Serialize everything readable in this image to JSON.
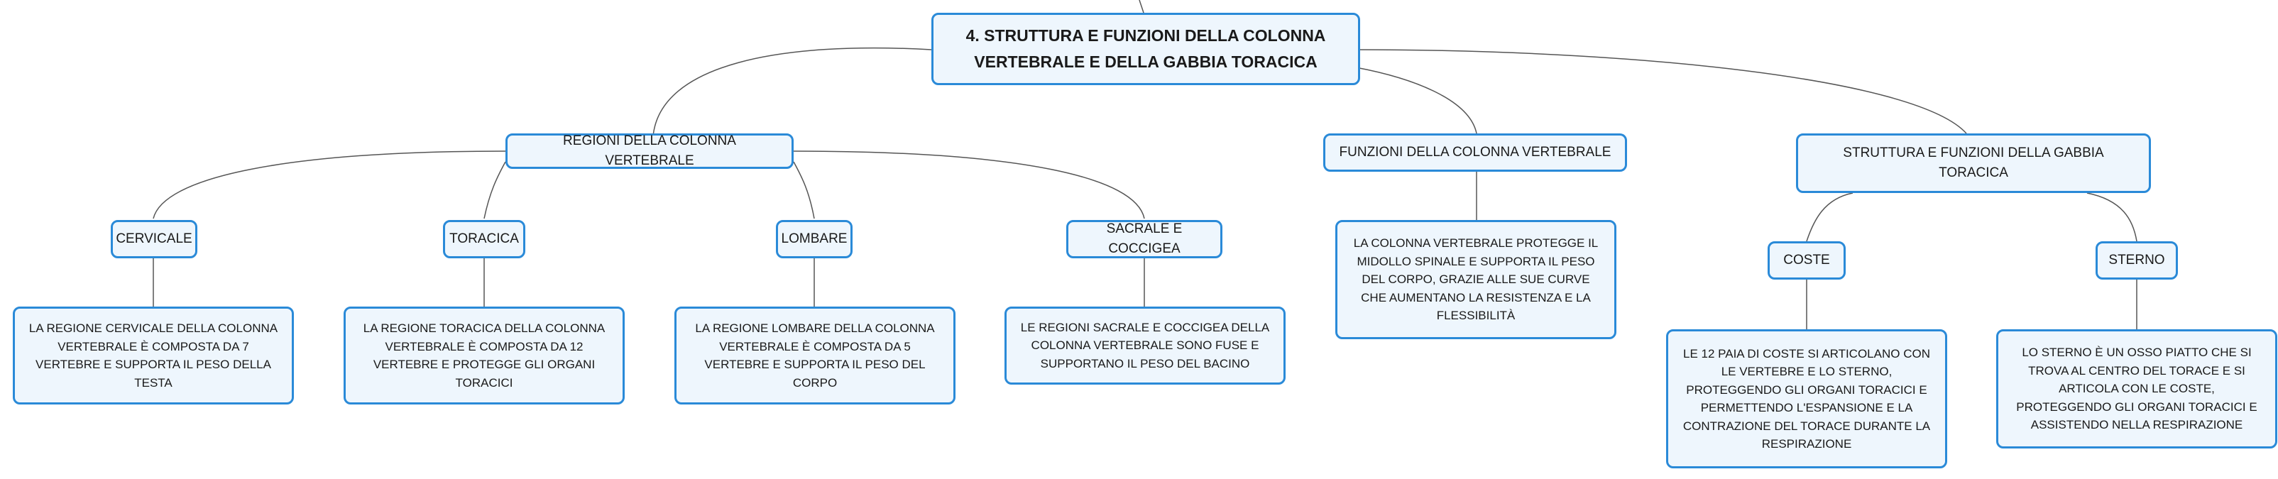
{
  "root": {
    "title": "4. STRUTTURA E FUNZIONI DELLA COLONNA VERTEBRALE E DELLA GABBIA TORACICA"
  },
  "regions": {
    "label": "REGIONI DELLA COLONNA VERTEBRALE",
    "cervicale": {
      "label": "CERVICALE",
      "text": "LA REGIONE CERVICALE DELLA COLONNA VERTEBRALE È COMPOSTA DA 7 VERTEBRE E SUPPORTA IL PESO DELLA TESTA"
    },
    "toracica": {
      "label": "TORACICA",
      "text": "LA REGIONE TORACICA DELLA COLONNA VERTEBRALE È COMPOSTA DA 12 VERTEBRE E PROTEGGE GLI ORGANI TORACICI"
    },
    "lombare": {
      "label": "LOMBARE",
      "text": "LA REGIONE LOMBARE DELLA COLONNA VERTEBRALE È COMPOSTA DA 5 VERTEBRE E SUPPORTA IL PESO DEL CORPO"
    },
    "sacrale": {
      "label": "SACRALE E COCCIGEA",
      "text": "LE REGIONI SACRALE E COCCIGEA DELLA COLONNA VERTEBRALE SONO FUSE E SUPPORTANO IL PESO DEL BACINO"
    }
  },
  "functions": {
    "label": "FUNZIONI DELLA COLONNA VERTEBRALE",
    "text": "LA COLONNA VERTEBRALE PROTEGGE IL MIDOLLO SPINALE E SUPPORTA IL PESO DEL CORPO, GRAZIE ALLE SUE CURVE CHE AUMENTANO LA RESISTENZA E LA FLESSIBILITÀ"
  },
  "ribcage": {
    "label": "STRUTTURA E FUNZIONI DELLA GABBIA TORACICA",
    "coste": {
      "label": "COSTE",
      "text": "LE 12 PAIA DI COSTE SI ARTICOLANO CON LE VERTEBRE E LO STERNO, PROTEGGENDO GLI ORGANI TORACICI E PERMETTENDO L'ESPANSIONE E LA CONTRAZIONE DEL TORACE DURANTE LA RESPIRAZIONE"
    },
    "sterno": {
      "label": "STERNO",
      "text": "LO STERNO È UN OSSO PIATTO CHE SI TROVA AL CENTRO DEL TORACE E SI ARTICOLA CON LE COSTE, PROTEGGENDO GLI ORGANI TORACICI E ASSISTENDO NELLA RESPIRAZIONE"
    }
  },
  "colors": {
    "border": "#2a8ad8",
    "fill": "#eef6fd",
    "connector": "#555555"
  }
}
